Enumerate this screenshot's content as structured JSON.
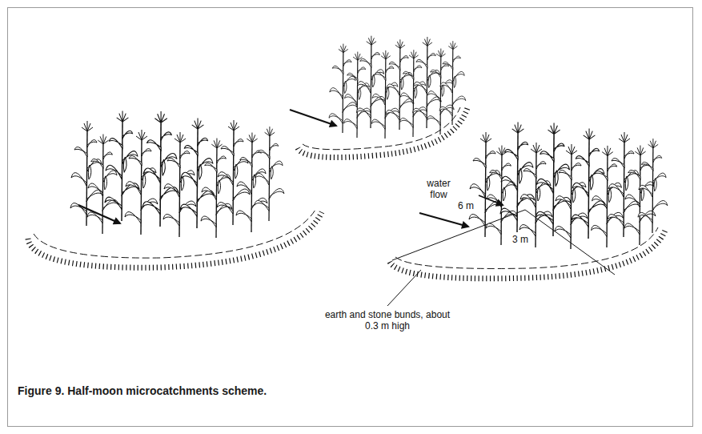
{
  "diagram": {
    "caption": "Figure 9. Half-moon microcatchments scheme.",
    "labels": [
      "water flow",
      "6 m",
      "3 m",
      "earth and stone bunds, about 0.3 m high"
    ]
  }
}
